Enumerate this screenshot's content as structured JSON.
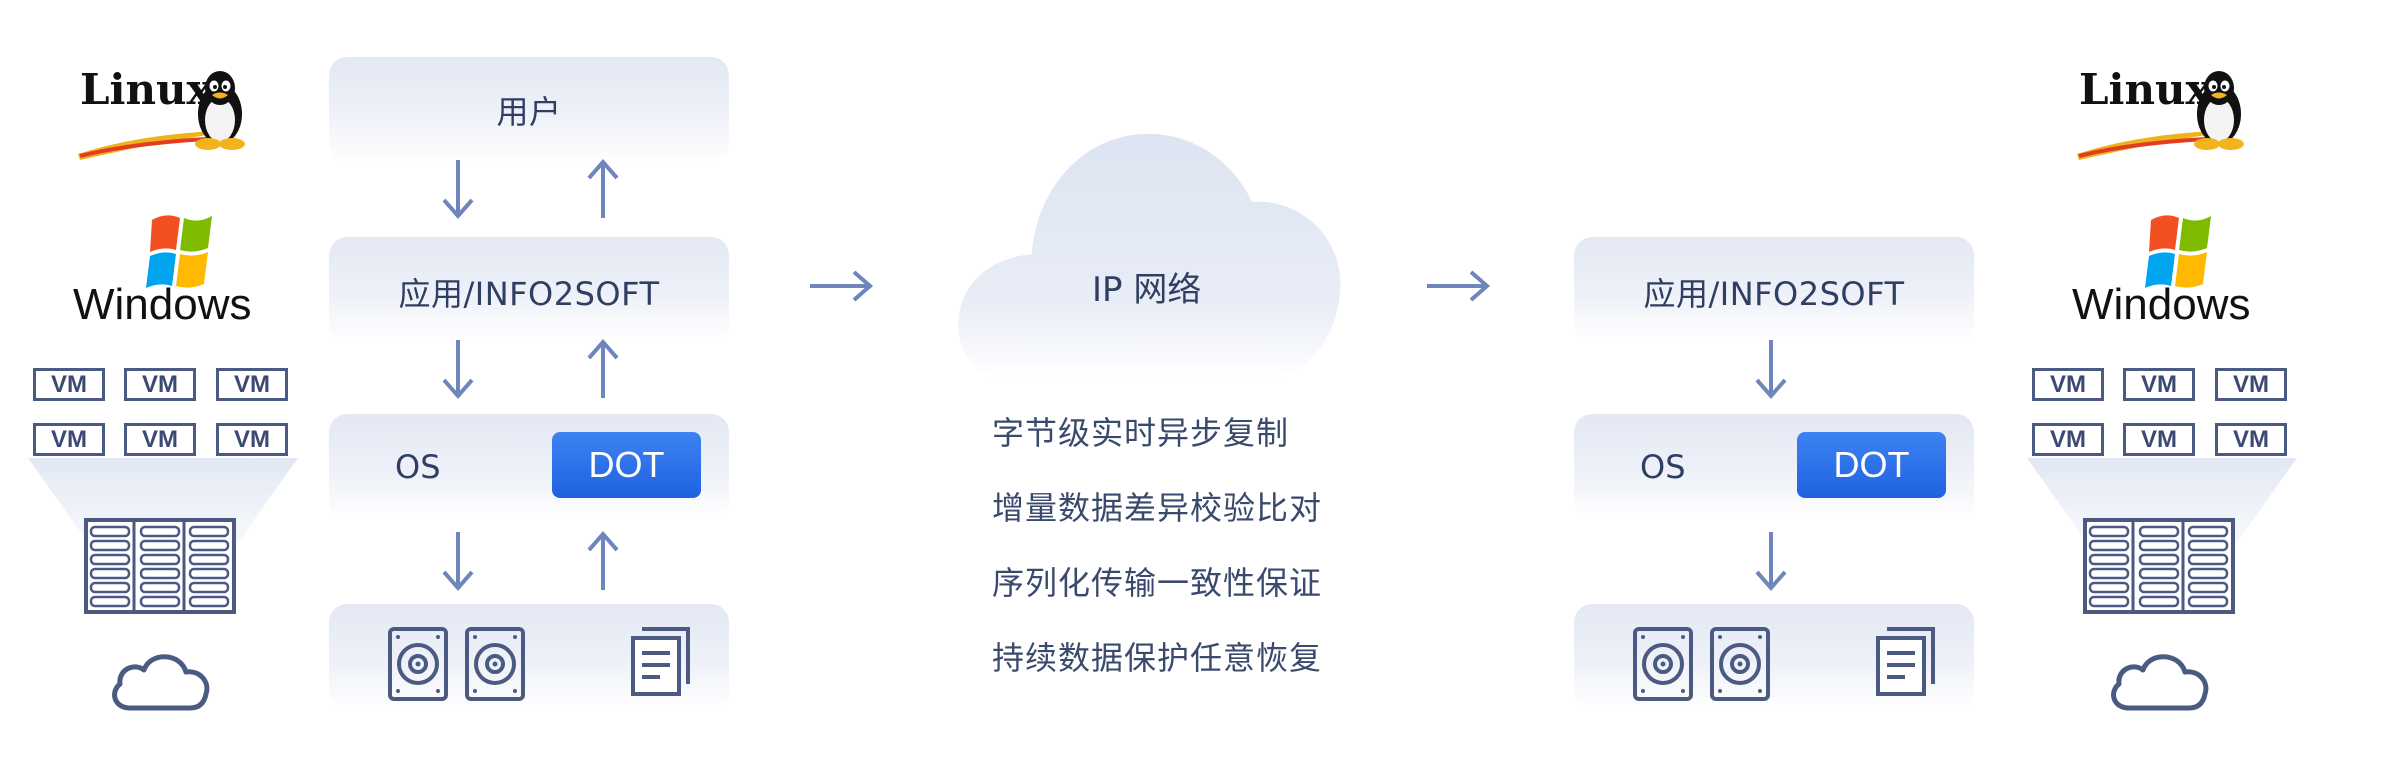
{
  "left": {
    "user_label": "用户",
    "app_label": "应用/INFO2SOFT",
    "os_label": "OS",
    "dot_label": "DOT",
    "logos": {
      "linux": "Linux",
      "windows": "Windows"
    },
    "vm_label": "VM"
  },
  "cloud": {
    "title": "IP 网络"
  },
  "features": [
    "字节级实时异步复制",
    "增量数据差异校验比对",
    "序列化传输一致性保证",
    "持续数据保护任意恢复"
  ],
  "right": {
    "app_label": "应用/INFO2SOFT",
    "os_label": "OS",
    "dot_label": "DOT",
    "logos": {
      "linux": "Linux",
      "windows": "Windows"
    },
    "vm_label": "VM"
  },
  "colors": {
    "arrow": "#6f86bd",
    "text": "#2f3f63",
    "dot_blue": "#2a6de6",
    "icon_stroke": "#4a5a82"
  }
}
